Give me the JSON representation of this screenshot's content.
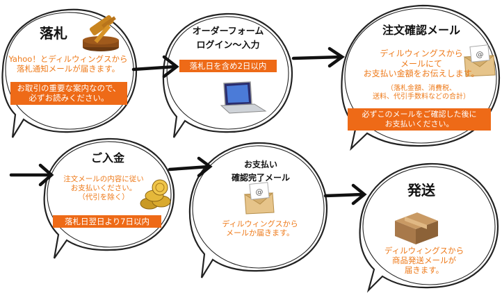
{
  "colors": {
    "accent": "#ee6a17",
    "accent_text": "#ee7a1a",
    "outline": "#222222"
  },
  "steps": [
    {
      "title": "落札",
      "icon": "gavel-icon",
      "description": [
        "Yahoo！とディルウィングスから",
        "落札通知メールが届きます。"
      ],
      "notice": [
        "お取引の重要な案内なので、",
        "必ずお読みください。"
      ]
    },
    {
      "title_lines": [
        "オーダーフォーム",
        "ログイン〜入力"
      ],
      "icon": "laptop-icon",
      "notice": "落札日を含め2日以内"
    },
    {
      "title": "注文確認メール",
      "icon": "envelope-icon",
      "description": [
        "ディルウィングスから",
        "メールにて",
        "お支払い金額をお伝えします。"
      ],
      "sub_note": [
        "（落札金額、消費税、",
        "送料、代引手数料などの合計）"
      ],
      "notice": [
        "必ずこのメールをご確認した後に",
        "お支払いください。"
      ]
    },
    {
      "title": "ご入金",
      "icon": "coins-icon",
      "description": [
        "注文メールの内容に従い",
        "お支払いください。",
        "（代引を除く）"
      ],
      "notice": "落札日翌日より7日以内"
    },
    {
      "title_lines": [
        "お支払い",
        "確認完了メール"
      ],
      "icon": "envelope-icon",
      "description": [
        "ディルウィングスから",
        "メールか届きます。"
      ]
    },
    {
      "title": "発送",
      "icon": "package-icon",
      "description": [
        "ディルウィングスから",
        "商品発送メールが",
        "届きます。"
      ]
    }
  ]
}
